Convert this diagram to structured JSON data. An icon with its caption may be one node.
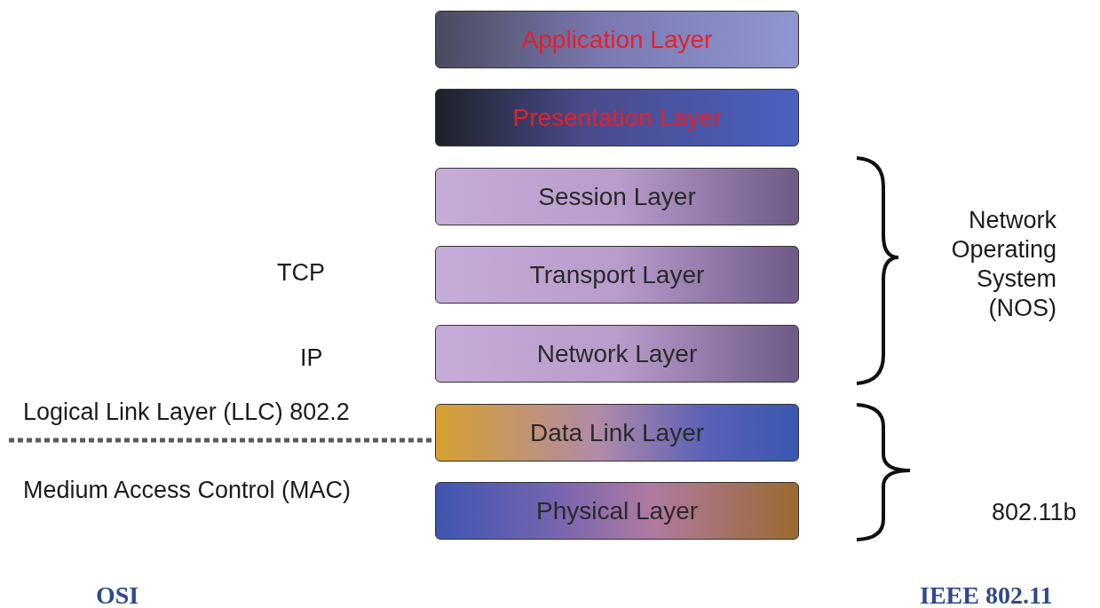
{
  "diagram": {
    "nodes": [
      {
        "text": [
          "Application Layer"
        ]
      },
      {
        "text": [
          "Presentation Layer"
        ]
      },
      {
        "text": [
          "Session Layer"
        ]
      },
      {
        "text": [
          "Transport Layer"
        ]
      },
      {
        "text": [
          "Network Layer"
        ]
      },
      {
        "text": [
          "Data Link Layer"
        ]
      },
      {
        "text": [
          "Physical Layer"
        ]
      }
    ],
    "labels": [
      "Network Operating System (NOS)",
      "TCP",
      "IP",
      "Logical Link Layer (LLC) 802.2",
      "Medium Access Control (MAC)",
      "802.11b",
      "OSI",
      "IEEE 802.11"
    ]
  }
}
